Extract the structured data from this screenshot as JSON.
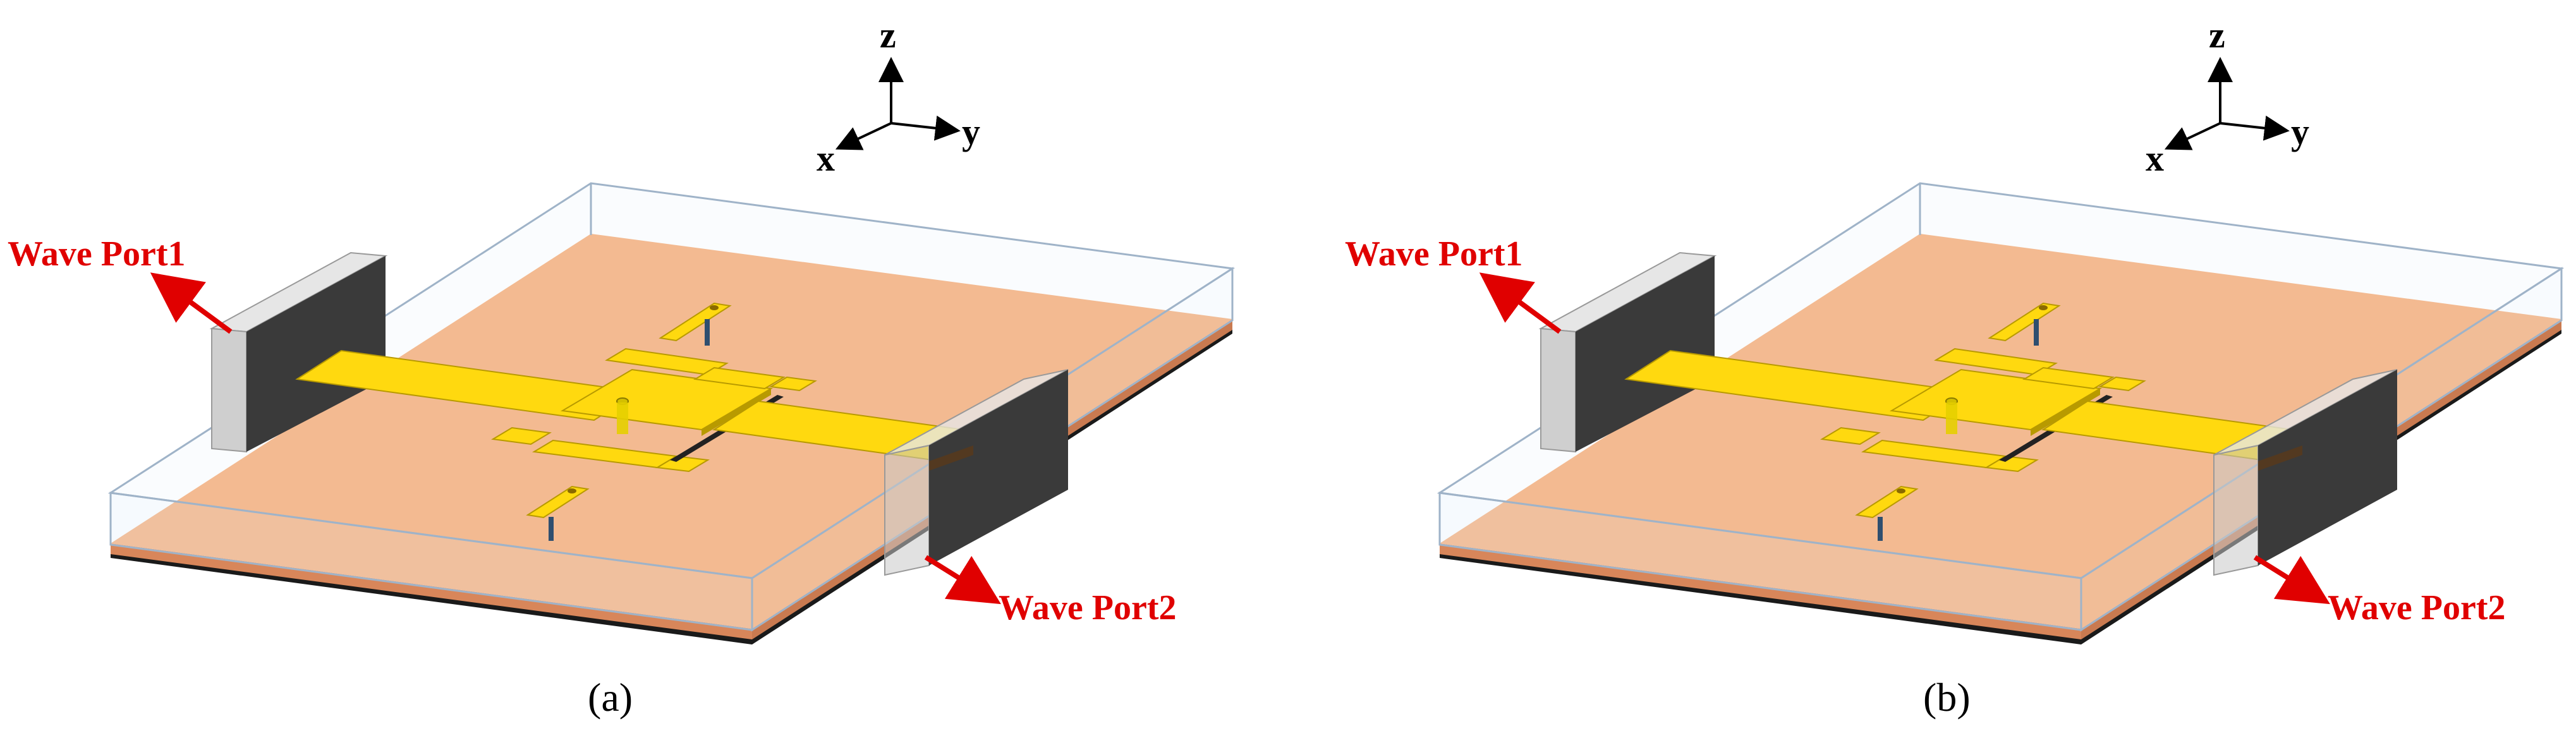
{
  "panels": [
    {
      "id": "a",
      "caption": "(a)",
      "port1_label": "Wave Port1",
      "port2_label": "Wave Port2",
      "axes": {
        "z": "z",
        "y": "y",
        "x": "x"
      }
    },
    {
      "id": "b",
      "caption": "(b)",
      "port1_label": "Wave Port1",
      "port2_label": "Wave Port2",
      "axes": {
        "z": "z",
        "y": "y",
        "x": "x"
      }
    }
  ],
  "colors": {
    "substrate_top": "#f7b27f",
    "substrate_side": "#d8865a",
    "ground": "#1a1a1a",
    "air_box_edge": "#9fb3c8",
    "conductor": "#ffd90f",
    "conductor_edge": "#b89a00",
    "port_dark": "#3a3a3a",
    "port_light": "#cfcfcf",
    "arrow_red": "#e00000",
    "via": "#2f4f6f"
  }
}
